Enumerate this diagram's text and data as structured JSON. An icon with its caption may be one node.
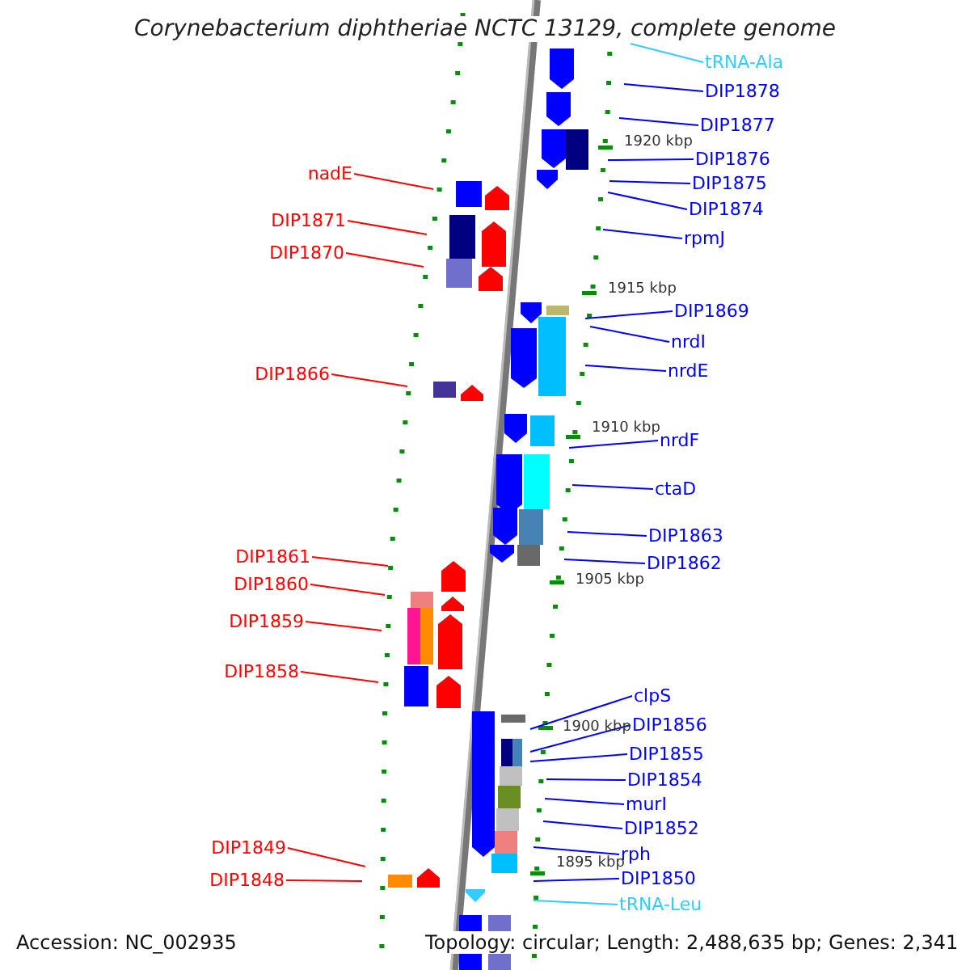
{
  "diagram": {
    "title": "Corynebacterium diphtheriae NCTC 13129, complete genome",
    "nodes": [
      {
        "text": [
          "tRNA-Ala"
        ]
      },
      {
        "text": [
          "DIP1878"
        ]
      },
      {
        "text": [
          "DIP1877"
        ]
      },
      {
        "text": [
          "DIP1876"
        ]
      },
      {
        "text": [
          "nadE"
        ]
      },
      {
        "text": [
          "DIP1875"
        ]
      },
      {
        "text": [
          "DIP1874"
        ]
      },
      {
        "text": [
          "DIP1871"
        ]
      },
      {
        "text": [
          "rpmJ"
        ]
      },
      {
        "text": [
          "DIP1870"
        ]
      },
      {
        "text": [
          "DIP1869"
        ]
      },
      {
        "text": [
          "nrdI"
        ]
      },
      {
        "text": [
          "nrdE"
        ]
      },
      {
        "text": [
          "DIP1866"
        ]
      },
      {
        "text": [
          "nrdF"
        ]
      },
      {
        "text": [
          "ctaD"
        ]
      },
      {
        "text": [
          "DIP1863"
        ]
      },
      {
        "text": [
          "DIP1861"
        ]
      },
      {
        "text": [
          "DIP1862"
        ]
      },
      {
        "text": [
          "DIP1860"
        ]
      },
      {
        "text": [
          "DIP1859"
        ]
      },
      {
        "text": [
          "DIP1858"
        ]
      },
      {
        "text": [
          "clpS"
        ]
      },
      {
        "text": [
          "DIP1856"
        ]
      },
      {
        "text": [
          "DIP1855"
        ]
      },
      {
        "text": [
          "DIP1854"
        ]
      },
      {
        "text": [
          "murI"
        ]
      },
      {
        "text": [
          "DIP1852"
        ]
      },
      {
        "text": [
          "DIP1849"
        ]
      },
      {
        "text": [
          "rph"
        ]
      },
      {
        "text": [
          "DIP1850"
        ]
      },
      {
        "text": [
          "DIP1848"
        ]
      },
      {
        "text": [
          "tRNA-Leu"
        ]
      }
    ],
    "edges": [
      {
        "from": 0,
        "to": null,
        "arrow": "none",
        "color": "#33ccff"
      },
      {
        "from": 1,
        "to": null,
        "arrow": "none"
      },
      {
        "from": 2,
        "to": null,
        "arrow": "none"
      },
      {
        "from": 3,
        "to": null,
        "arrow": "none"
      },
      {
        "from": 4,
        "to": null,
        "arrow": "none",
        "color": "#ff0000"
      },
      {
        "from": 5,
        "to": null,
        "arrow": "none"
      },
      {
        "from": 6,
        "to": null,
        "arrow": "none"
      },
      {
        "from": 7,
        "to": null,
        "arrow": "none",
        "color": "#ff0000"
      },
      {
        "from": 8,
        "to": null,
        "arrow": "none"
      },
      {
        "from": 9,
        "to": null,
        "arrow": "none",
        "color": "#ff0000"
      },
      {
        "from": 10,
        "to": null,
        "arrow": "none"
      },
      {
        "from": 11,
        "to": null,
        "arrow": "none"
      },
      {
        "from": 12,
        "to": null,
        "arrow": "none"
      },
      {
        "from": 13,
        "to": null,
        "arrow": "none",
        "color": "#ff0000"
      },
      {
        "from": 14,
        "to": null,
        "arrow": "none"
      },
      {
        "from": 15,
        "to": null,
        "arrow": "none"
      },
      {
        "from": 16,
        "to": null,
        "arrow": "none"
      },
      {
        "from": 17,
        "to": null,
        "arrow": "none",
        "color": "#ff0000"
      },
      {
        "from": 18,
        "to": null,
        "arrow": "none"
      },
      {
        "from": 19,
        "to": null,
        "arrow": "none",
        "color": "#ff0000"
      },
      {
        "from": 20,
        "to": null,
        "arrow": "none",
        "color": "#ff0000"
      },
      {
        "from": 21,
        "to": null,
        "arrow": "none",
        "color": "#ff0000"
      },
      {
        "from": 22,
        "to": null,
        "arrow": "none"
      },
      {
        "from": 23,
        "to": null,
        "arrow": "none"
      },
      {
        "from": 24,
        "to": null,
        "arrow": "none"
      },
      {
        "from": 25,
        "to": null,
        "arrow": "none"
      },
      {
        "from": 26,
        "to": null,
        "arrow": "none"
      },
      {
        "from": 27,
        "to": null,
        "arrow": "none"
      },
      {
        "from": 28,
        "to": null,
        "arrow": "none",
        "color": "#ff0000"
      },
      {
        "from": 29,
        "to": null,
        "arrow": "none"
      },
      {
        "from": 30,
        "to": null,
        "arrow": "none"
      },
      {
        "from": 31,
        "to": null,
        "arrow": "none",
        "color": "#ff0000"
      },
      {
        "from": 32,
        "to": null,
        "arrow": "none",
        "color": "#33ccff"
      }
    ],
    "labels": [
      "1920 kbp",
      "1915 kbp",
      "1910 kbp",
      "1905 kbp",
      "1900 kbp",
      "1895 kbp",
      "Accession: NC_002935",
      "Topology: circular; Length: 2,488,635 bp; Genes: 2,341"
    ]
  }
}
